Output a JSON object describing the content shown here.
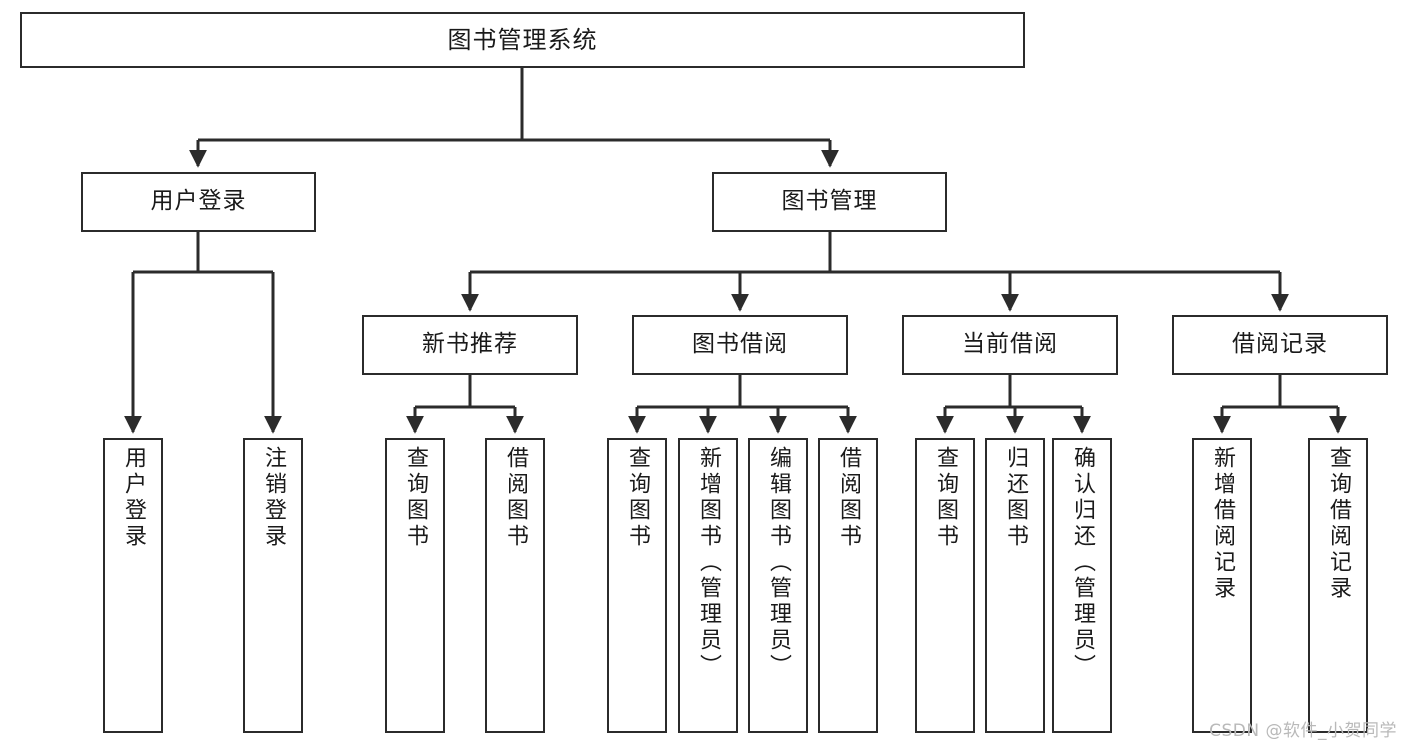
{
  "diagram": {
    "title": "图书管理系统",
    "watermark": "CSDN @软件_小贺同学",
    "colors": {
      "stroke": "#2b2b2b",
      "fill": "#ffffff",
      "text": "#1a1a1a",
      "watermark": "#b9b9b9"
    },
    "levels": {
      "root": {
        "label": "图书管理系统"
      },
      "level2": [
        {
          "label": "用户登录"
        },
        {
          "label": "图书管理"
        }
      ],
      "level3": [
        {
          "label": "新书推荐"
        },
        {
          "label": "图书借阅"
        },
        {
          "label": "当前借阅"
        },
        {
          "label": "借阅记录"
        }
      ],
      "leaves": [
        {
          "label": "用户登录"
        },
        {
          "label": "注销登录"
        },
        {
          "label": "查询图书"
        },
        {
          "label": "借阅图书"
        },
        {
          "label": "查询图书"
        },
        {
          "label": "新增图书（管理员）"
        },
        {
          "label": "编辑图书（管理员）"
        },
        {
          "label": "借阅图书"
        },
        {
          "label": "查询图书"
        },
        {
          "label": "归还图书"
        },
        {
          "label": "确认归还（管理员）"
        },
        {
          "label": "新增借阅记录"
        },
        {
          "label": "查询借阅记录"
        }
      ]
    }
  }
}
